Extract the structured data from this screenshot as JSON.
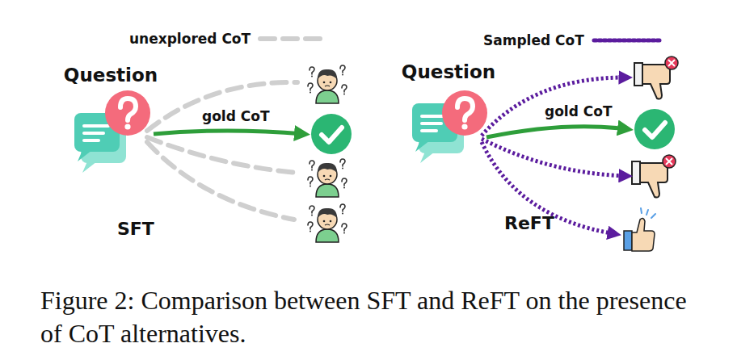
{
  "diagram": {
    "caption": "Figure 2: Comparison between SFT and ReFT on the presence of CoT alternatives.",
    "nodes": [
      {
        "text": [
          "Question"
        ]
      },
      {
        "text": [
          "Question"
        ]
      }
    ],
    "labels": [
      "gold CoT",
      "SFT",
      "gold CoT",
      "ReFT"
    ],
    "legend": [
      {
        "text": "unexplored CoT"
      },
      {
        "text": "Sampled CoT"
      }
    ]
  }
}
